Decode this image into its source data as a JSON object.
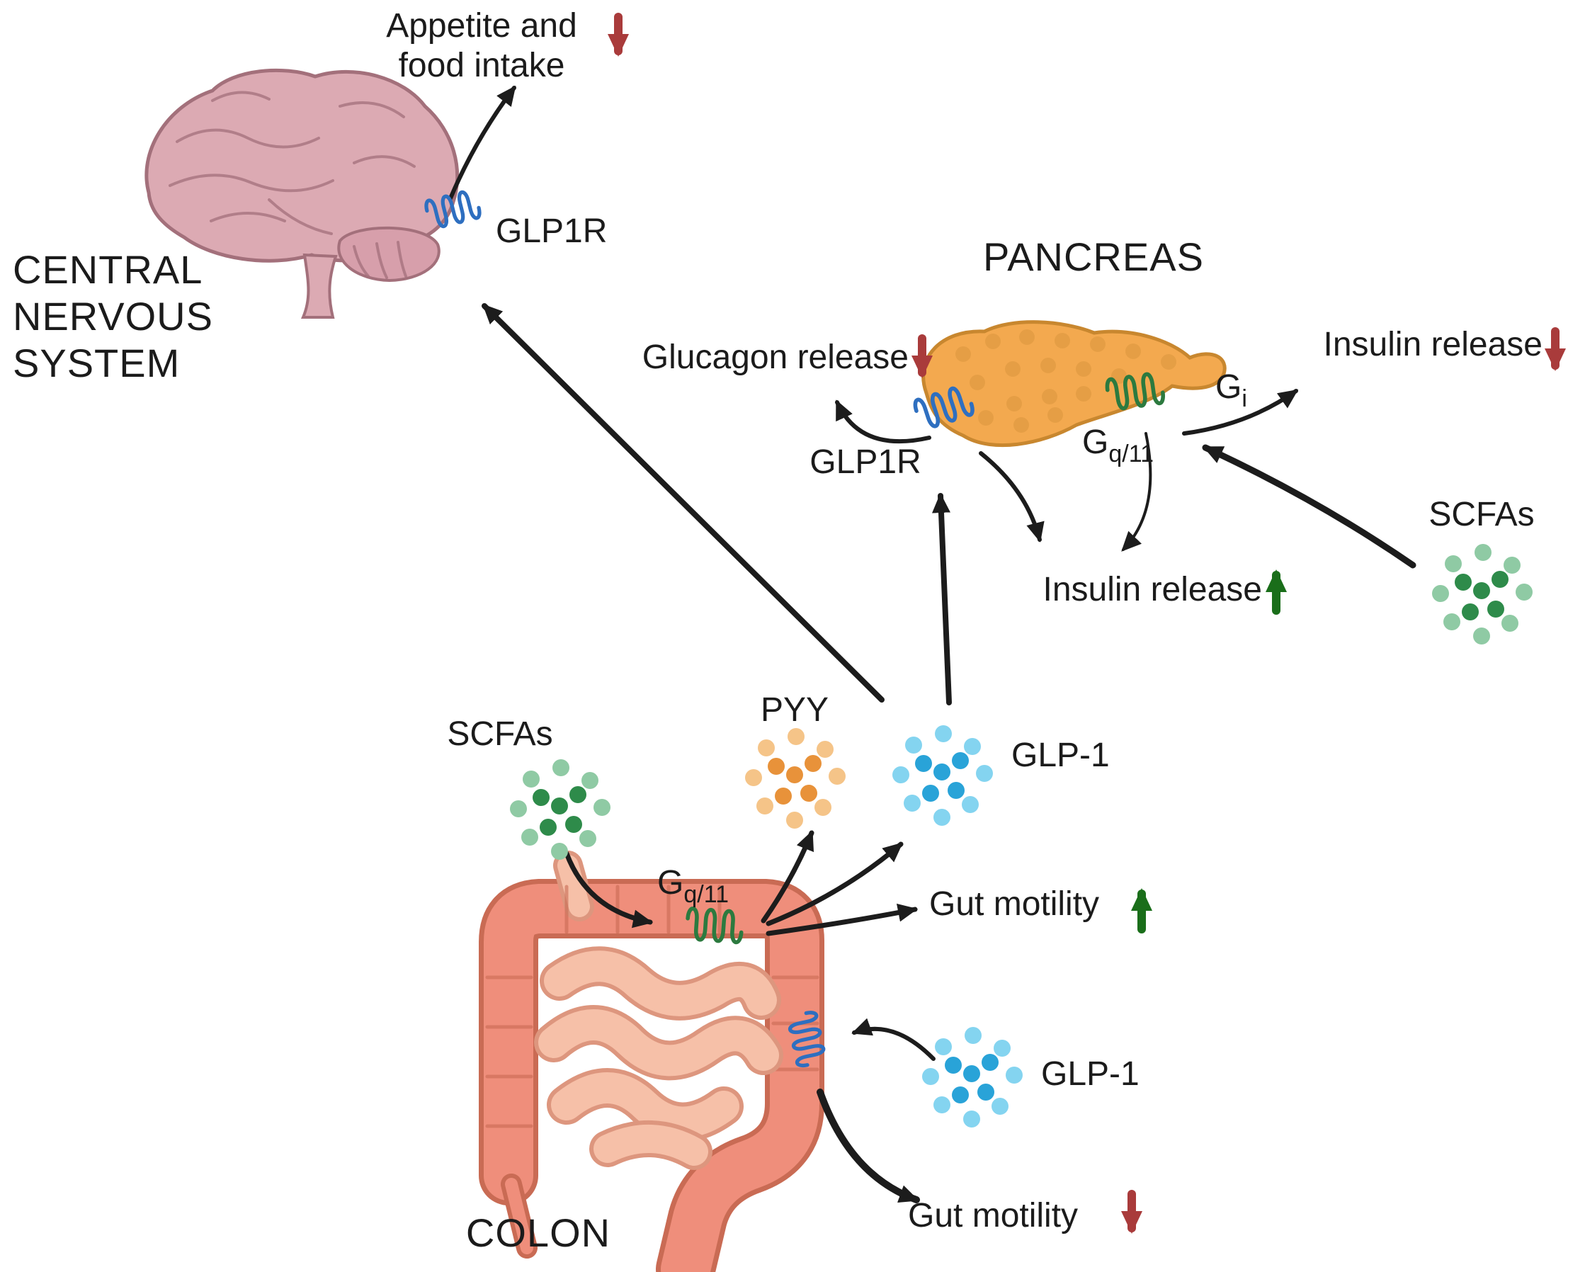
{
  "labels": {
    "cns_line1": "CENTRAL",
    "cns_line2": "NERVOUS",
    "cns_line3": "SYSTEM",
    "appetite_line1": "Appetite and",
    "appetite_line2": "food intake",
    "glp1r_brain": "GLP1R",
    "pancreas_title": "PANCREAS",
    "glucagon_release": "Glucagon release",
    "insulin_release_down": "Insulin release",
    "insulin_release_up": "Insulin release",
    "glp1r_pancreas": "GLP1R",
    "g_symbol": "G",
    "g_i_sub": "i",
    "g_q11_sub": "q/11",
    "scfas_right": "SCFAs",
    "scfas_left": "SCFAs",
    "pyy": "PYY",
    "glp1_mid": "GLP-1",
    "glp1_lower": "GLP-1",
    "gut_motility_up": "Gut motility",
    "gut_motility_down": "Gut motility",
    "colon_title": "COLON"
  },
  "indicators": {
    "appetite_and_food_intake": "decrease",
    "glucagon_release": "decrease",
    "insulin_release_via_gi": "decrease",
    "insulin_release_via_glp1r_gq11": "increase",
    "gut_motility_via_scfa_gq11": "increase",
    "gut_motility_via_glp1": "decrease"
  },
  "colors": {
    "arrow_black": "#1c1c1c",
    "decrease_red": "#a93b3b",
    "increase_green": "#1a6e1a",
    "brain_fill": "#dcaab3",
    "brain_stroke": "#a3707b",
    "cerebellum_fill": "#d79fab",
    "pancreas_fill": "#f3a94f",
    "pancreas_stroke": "#c8872f",
    "colon_fill": "#ef8e7b",
    "colon_stroke": "#c96b54",
    "small_intestine_fill": "#f6c0a8",
    "small_intestine_stroke": "#dd967e",
    "receptor_blue": "#2e6fc0",
    "receptor_green": "#2c7a3f",
    "scfa_dark": "#2e8b4a",
    "scfa_light": "#8fcaa4",
    "pyy_dark": "#e8923a",
    "pyy_light": "#f5c488",
    "glp1_dark": "#29a3d8",
    "glp1_light": "#84d4f0"
  }
}
